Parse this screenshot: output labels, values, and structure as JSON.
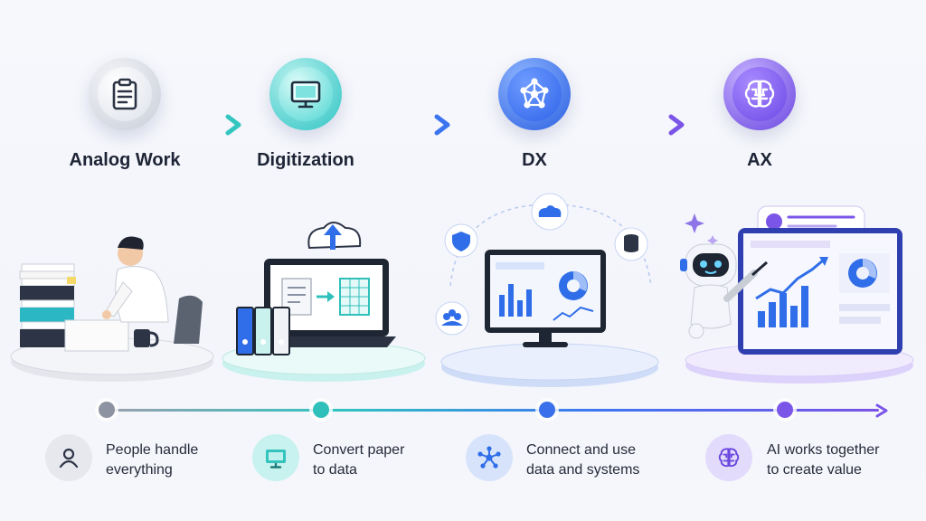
{
  "stages": [
    {
      "title": "Analog Work",
      "icon": "clipboard-icon",
      "color": "#8d93a0",
      "caption": [
        "People handle",
        "everything"
      ],
      "caption_icon": "person-icon"
    },
    {
      "title": "Digitization",
      "icon": "monitor-icon",
      "color": "#2fc0bb",
      "caption": [
        "Convert paper",
        "to data"
      ],
      "caption_icon": "monitor-icon"
    },
    {
      "title": "DX",
      "icon": "network-icon",
      "color": "#3a70ea",
      "caption": [
        "Connect and use",
        "data and systems"
      ],
      "caption_icon": "network-icon"
    },
    {
      "title": "AX",
      "icon": "brain-icon",
      "color": "#7b55e8",
      "caption": [
        "AI works together",
        "to create value"
      ],
      "caption_icon": "brain-icon"
    }
  ]
}
